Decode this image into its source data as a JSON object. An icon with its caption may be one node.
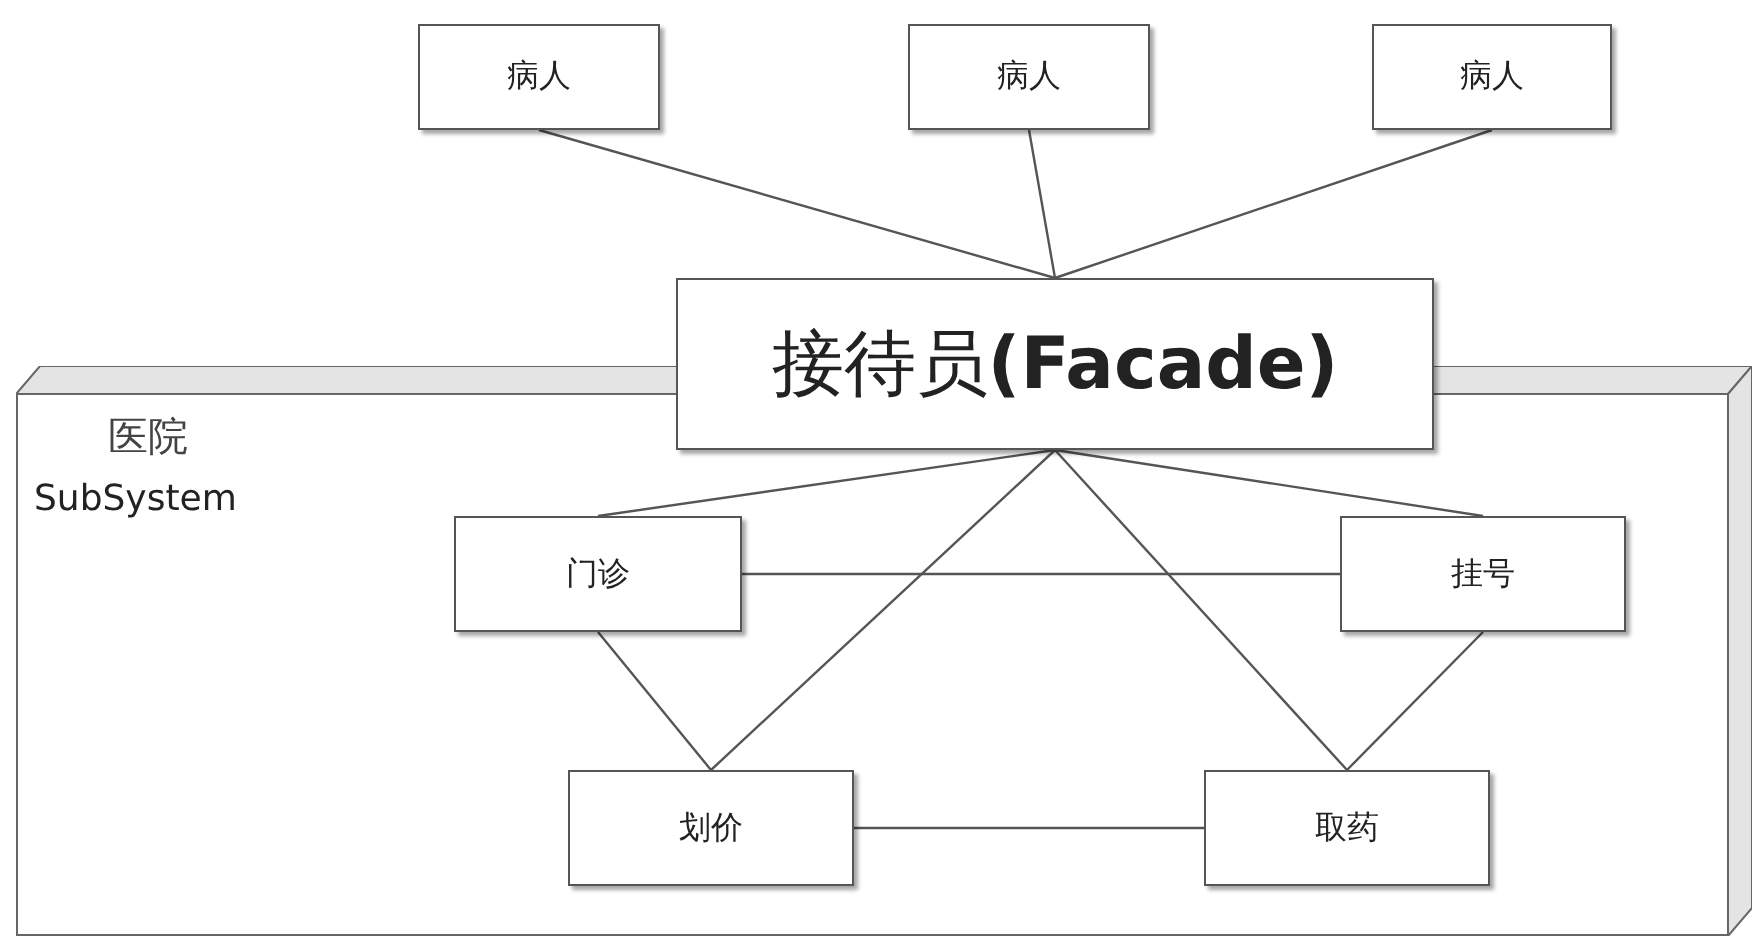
{
  "diagram": {
    "nodes": [
      {
        "text": [
          "病人"
        ]
      },
      {
        "text": [
          "病人"
        ]
      },
      {
        "text": [
          "病人"
        ]
      },
      {
        "text": [
          "接待员**(Facade)**"
        ]
      },
      {
        "text": [
          "医院",
          "SubSystem"
        ]
      },
      {
        "text": [
          "门诊"
        ],
        "in": 4
      },
      {
        "text": [
          "挂号"
        ],
        "in": 4
      },
      {
        "text": [
          "划价"
        ],
        "in": 4
      },
      {
        "text": [
          "取药"
        ],
        "in": 4
      }
    ],
    "edges": [
      {
        "from": 0,
        "to": 3,
        "arrow": "none"
      },
      {
        "from": 1,
        "to": 3,
        "arrow": "none"
      },
      {
        "from": 2,
        "to": 3,
        "arrow": "none"
      },
      {
        "from": 3,
        "to": 5,
        "arrow": "none"
      },
      {
        "from": 3,
        "to": 6,
        "arrow": "none"
      },
      {
        "from": 3,
        "to": 7,
        "arrow": "none"
      },
      {
        "from": 3,
        "to": 8,
        "arrow": "none"
      },
      {
        "from": 5,
        "to": 6,
        "arrow": "none"
      },
      {
        "from": 5,
        "to": 7,
        "arrow": "none"
      },
      {
        "from": 6,
        "to": 8,
        "arrow": "none"
      },
      {
        "from": 7,
        "to": 8,
        "arrow": "none"
      }
    ]
  }
}
